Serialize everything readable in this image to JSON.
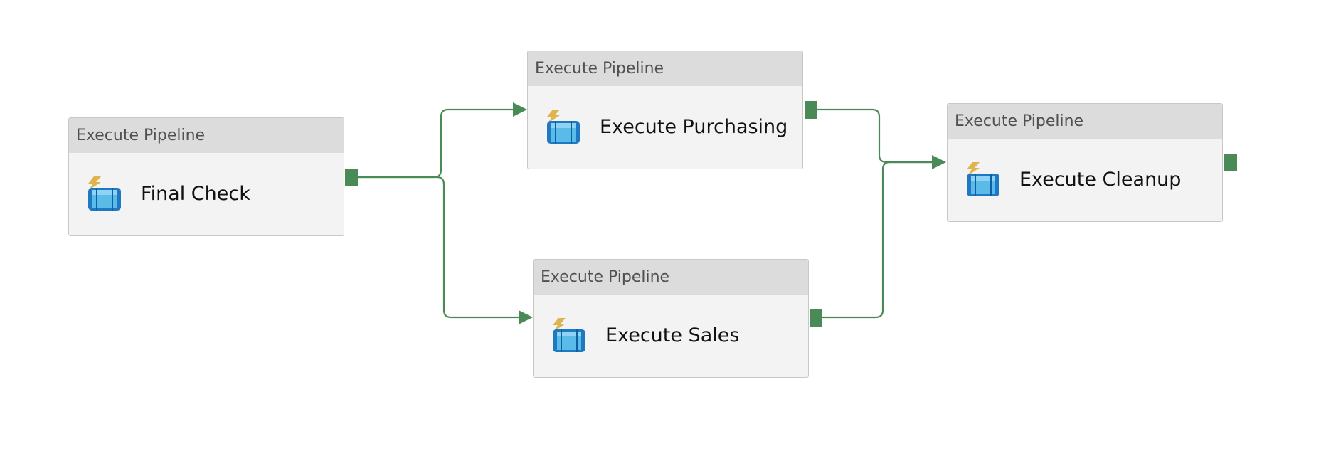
{
  "diagram": {
    "activities": [
      {
        "id": "final-check",
        "type_label": "Execute Pipeline",
        "name": "Final Check",
        "icon": "execute-pipeline-icon"
      },
      {
        "id": "execute-purchasing",
        "type_label": "Execute Pipeline",
        "name": "Execute Purchasing",
        "icon": "execute-pipeline-icon"
      },
      {
        "id": "execute-sales",
        "type_label": "Execute Pipeline",
        "name": "Execute Sales",
        "icon": "execute-pipeline-icon"
      },
      {
        "id": "execute-cleanup",
        "type_label": "Execute Pipeline",
        "name": "Execute Cleanup",
        "icon": "execute-pipeline-icon"
      }
    ],
    "dependencies": [
      {
        "from": "Final Check",
        "to": "Execute Purchasing",
        "condition": "success"
      },
      {
        "from": "Final Check",
        "to": "Execute Sales",
        "condition": "success"
      },
      {
        "from": "Execute Purchasing",
        "to": "Execute Cleanup",
        "condition": "success"
      },
      {
        "from": "Execute Sales",
        "to": "Execute Cleanup",
        "condition": "success"
      }
    ],
    "colors": {
      "success_connector": "#4a8a56",
      "header_bg": "#dcdcdc",
      "body_bg": "#f3f3f3",
      "border": "#c8c8c8",
      "pipe_blue": "#3aa0dc",
      "bolt_gold": "#e0b44c"
    }
  }
}
